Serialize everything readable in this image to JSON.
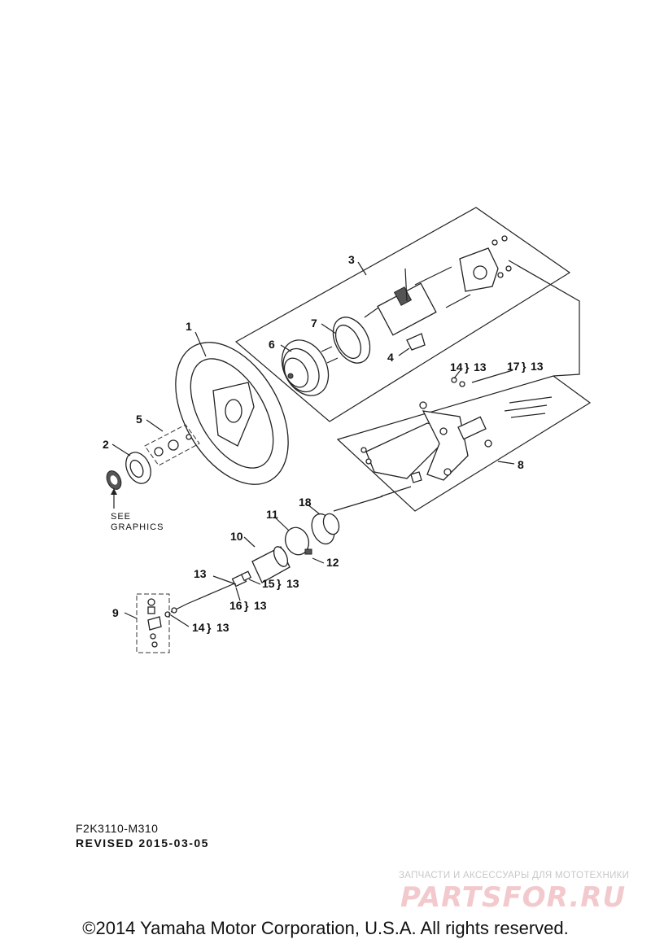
{
  "callouts": {
    "c1": "1",
    "c2": "2",
    "c3": "3",
    "c4": "4",
    "c5": "5",
    "c6": "6",
    "c7": "7",
    "c8": "8",
    "c9": "9",
    "c10": "10",
    "c11": "11",
    "c12": "12",
    "c13": "13",
    "c14a": "14",
    "c14b": "14",
    "c15": "15",
    "c16": "16",
    "c17": "17",
    "c18": "18",
    "r13a": "13",
    "r13b": "13",
    "r13c": "13",
    "r13d": "13",
    "r13e": "13",
    "brace": "}"
  },
  "notes": {
    "see": "SEE",
    "graphics": "GRAPHICS"
  },
  "footer": {
    "drawing_code": "F2K3110-M310",
    "revised": "REVISED 2015-03-05",
    "copyright": "©2014 Yamaha Motor Corporation, U.S.A. All rights reserved."
  },
  "watermark": {
    "tagline": "ЗАПЧАСТИ И АКСЕССУАРЫ ДЛЯ МОТОТЕХНИКИ",
    "logo": "PARTSFOR.RU"
  }
}
